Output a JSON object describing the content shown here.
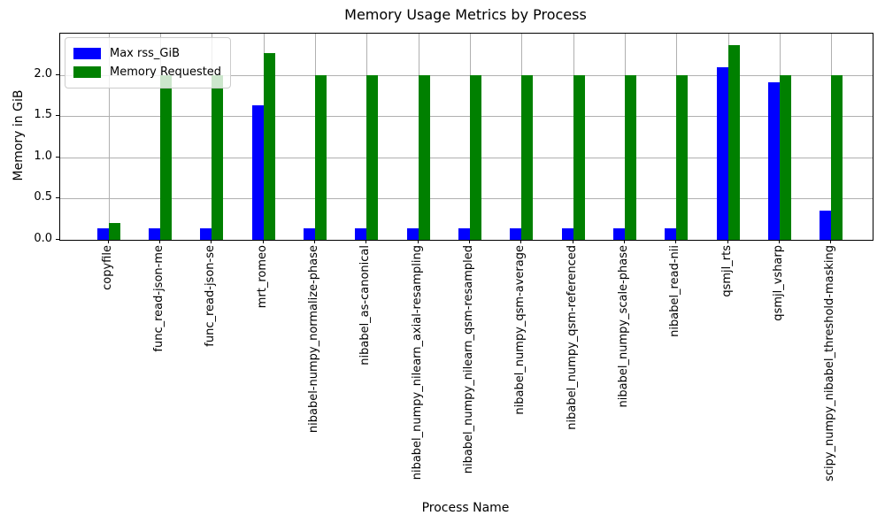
{
  "chart_data": {
    "type": "bar",
    "title": "Memory Usage Metrics by Process",
    "xlabel": "Process Name",
    "ylabel": "Memory in GiB",
    "categories": [
      "copyfile",
      "func_read-json-me",
      "func_read-json-se",
      "mrt_romeo",
      "nibabel-numpy_normalize-phase",
      "nibabel_as-canonical",
      "nibabel_numpy_nilearn_axial-resampling",
      "nibabel_numpy_nilearn_qsm-resampled",
      "nibabel_numpy_qsm-average",
      "nibabel_numpy_qsm-referenced",
      "nibabel_numpy_scale-phase",
      "nibabel_read-nii",
      "qsmjl_rts",
      "qsmjl_vsharp",
      "scipy_numpy_nibabel_threshold-masking"
    ],
    "series": [
      {
        "name": "Max rss_GiB",
        "color": "#0000ff",
        "values": [
          0.14,
          0.14,
          0.14,
          1.63,
          0.14,
          0.14,
          0.14,
          0.14,
          0.14,
          0.14,
          0.14,
          0.14,
          2.09,
          1.91,
          0.35
        ]
      },
      {
        "name": "Memory Requested",
        "color": "#008000",
        "values": [
          0.2,
          2.0,
          2.0,
          2.26,
          2.0,
          2.0,
          2.0,
          2.0,
          2.0,
          2.0,
          2.0,
          2.0,
          2.36,
          2.0,
          2.0
        ]
      }
    ],
    "ylim": [
      0,
      2.5
    ],
    "yticks": [
      "0.0",
      "0.5",
      "1.0",
      "1.5",
      "2.0"
    ],
    "grid": true,
    "grid_color": "#b0b0b0",
    "legend_position": "upper left"
  }
}
